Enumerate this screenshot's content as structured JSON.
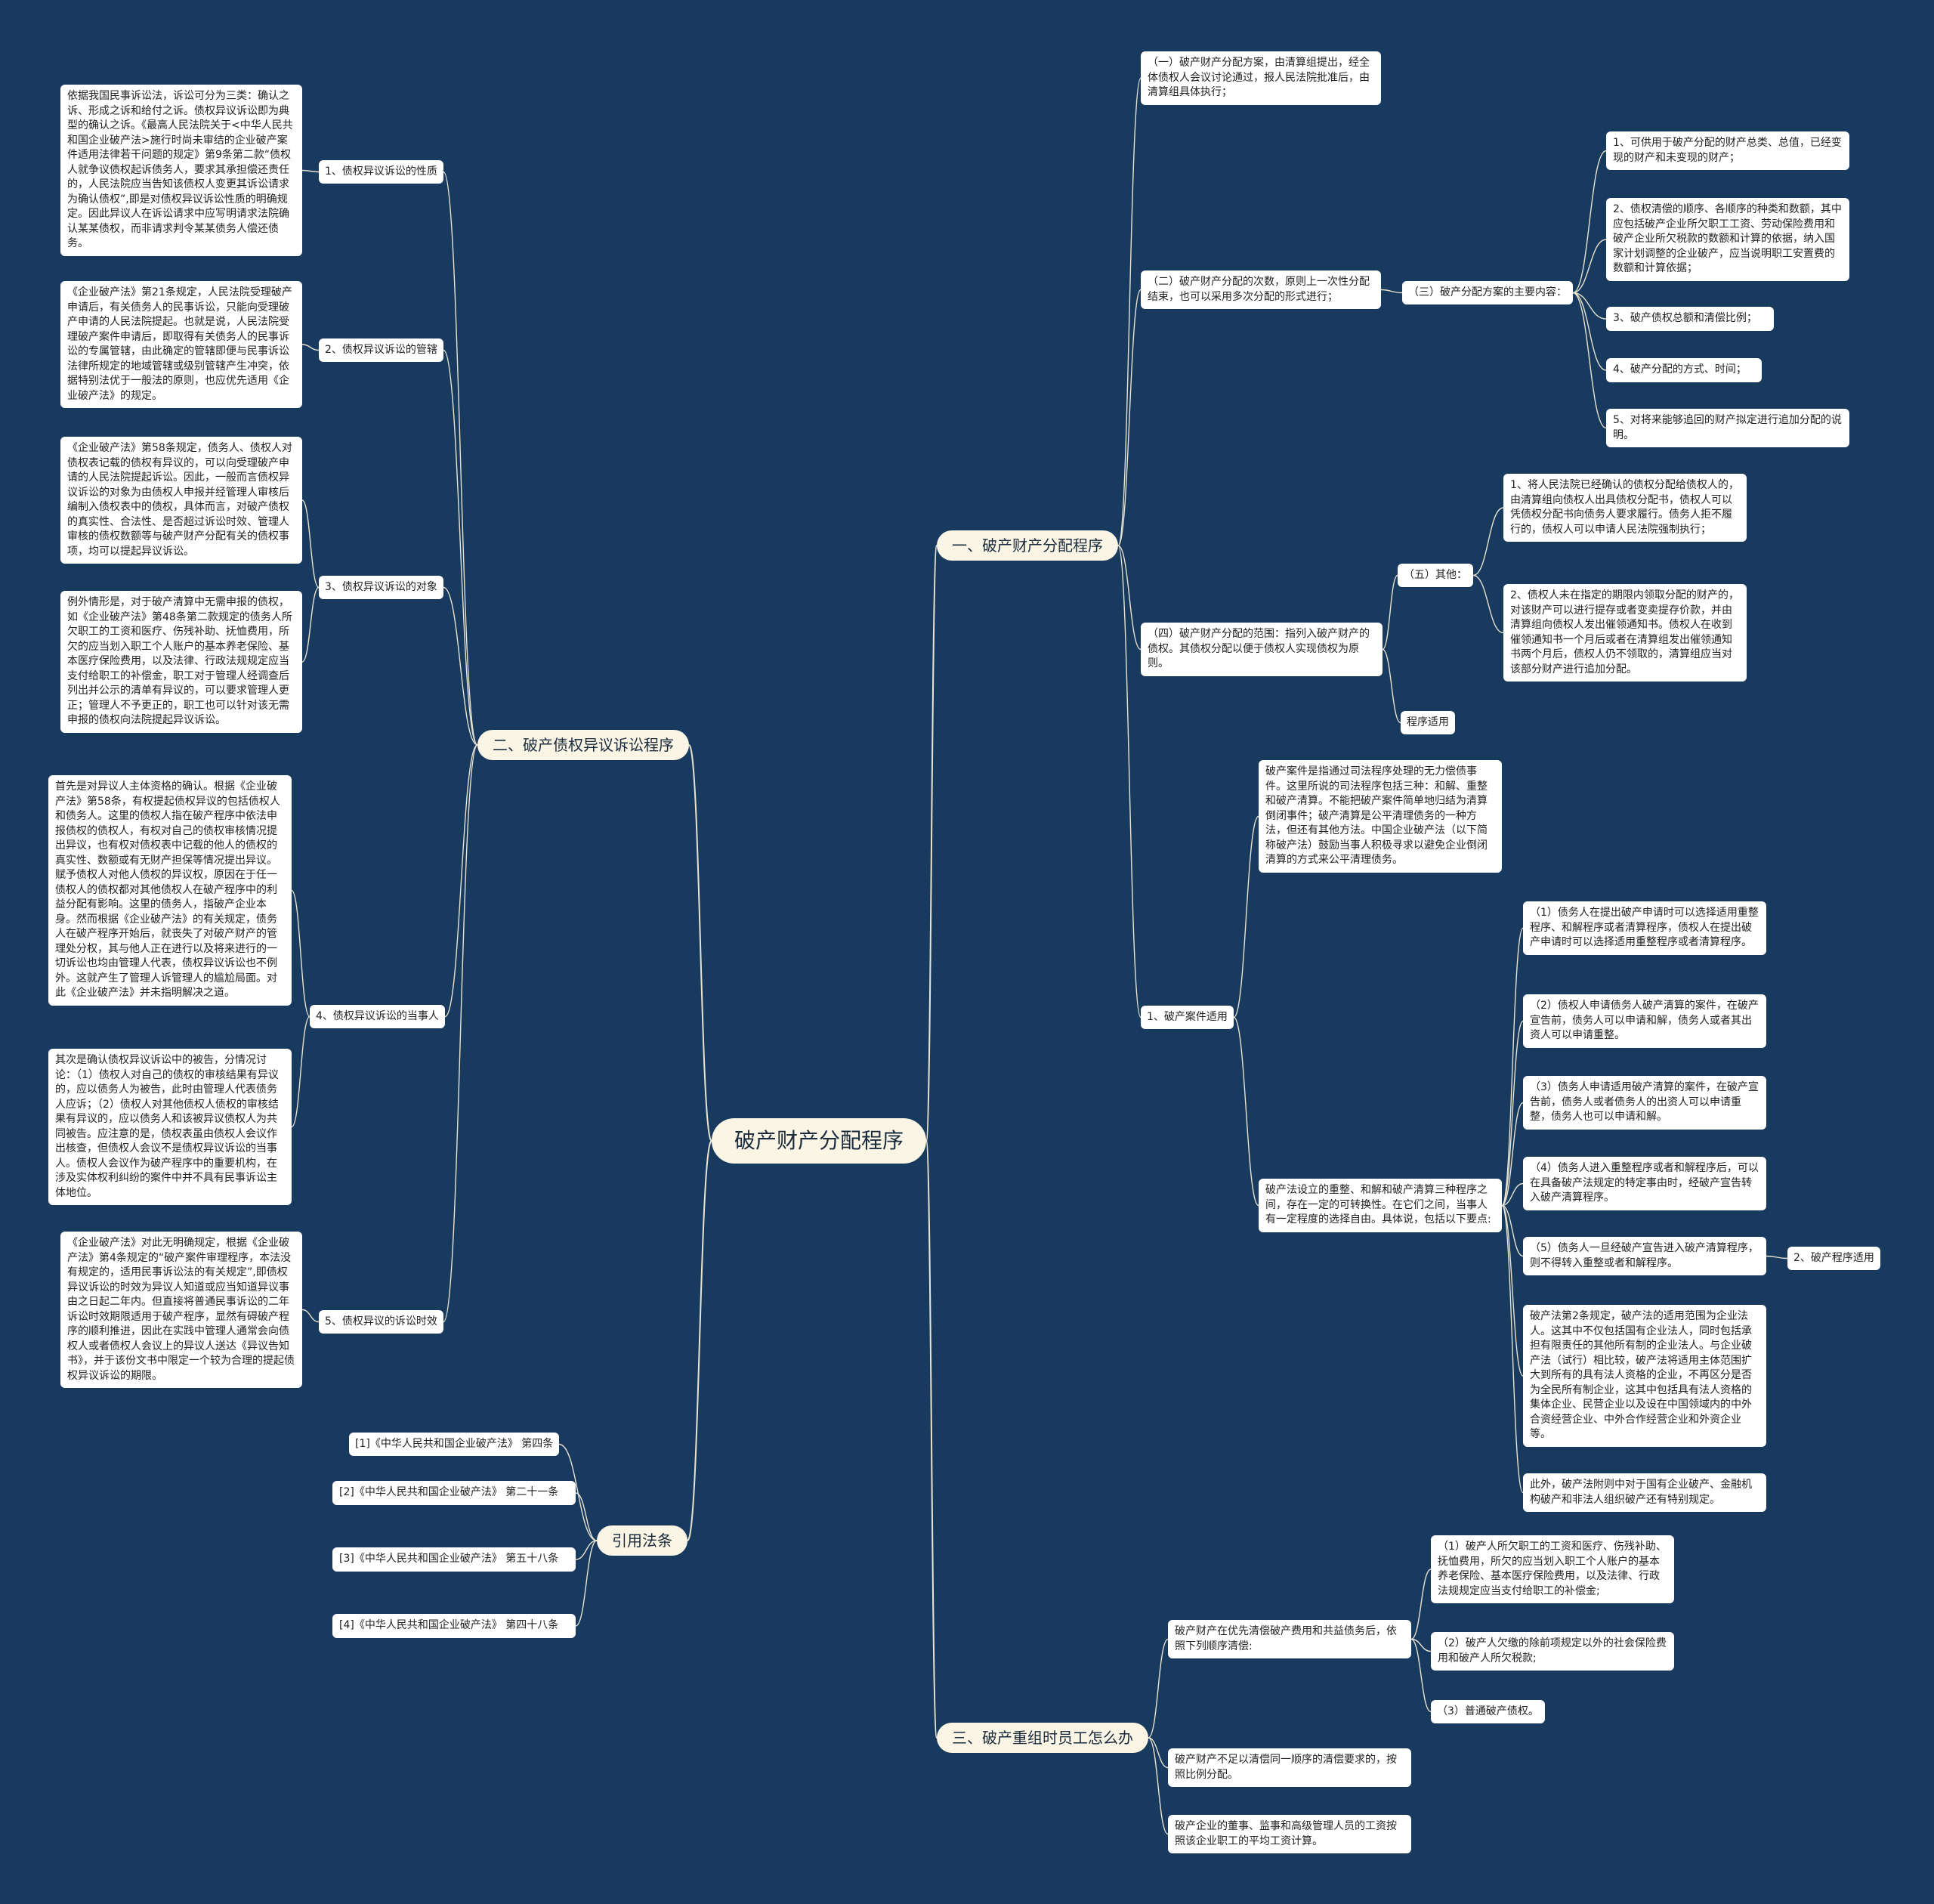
{
  "root": "破产财产分配程序",
  "branches": {
    "b1": "一、破产财产分配程序",
    "b2": "二、破产债权异议诉讼程序",
    "b3": "三、破产重组时员工怎么办",
    "b4": "引用法条"
  },
  "b1": {
    "item1": "（一）破产财产分配方案，由清算组提出，经全体债权人会议讨论通过，报人民法院批准后，由清算组具体执行；",
    "item2": "（二）破产财产分配的次数，原则上一次性分配结束，也可以采用多次分配的形式进行；",
    "item3": "（三）破产分配方案的主要内容：",
    "item3_children": [
      "1、可供用于破产分配的财产总类、总值，已经变现的财产和未变现的财产；",
      "2、债权清偿的顺序、各顺序的种类和数额，其中应包括破产企业所欠职工工资、劳动保险费用和破产企业所欠税款的数额和计算的依据，纳入国家计划调整的企业破产，应当说明职工安置费的数额和计算依据；",
      "3、破产债权总额和清偿比例；",
      "4、破产分配的方式、时间；",
      "5、对将来能够追回的财产拟定进行追加分配的说明。"
    ],
    "item4": "（四）破产财产分配的范围：指列入破产财产的债权。其债权分配以便于债权人实现债权为原则。",
    "item5": "（五）其他：",
    "item5_children": [
      "1、将人民法院已经确认的债权分配给债权人的，由清算组向债权人出具债权分配书，债权人可以凭债权分配书向债务人要求履行。债务人拒不履行的，债权人可以申请人民法院强制执行；",
      "2、债权人未在指定的期限内领取分配的财产的，对该财产可以进行提存或者变卖提存价款，并由清算组向债权人发出催领通知书。债权人在收到催领通知书一个月后或者在清算组发出催领通知书两个月后，债权人仍不领取的，清算组应当对该部分财产进行追加分配。"
    ],
    "program_apply": "程序适用",
    "case_apply": "1、破产案件适用",
    "case_text1": "破产案件是指通过司法程序处理的无力偿债事件。这里所说的司法程序包括三种：和解、重整和破产清算。不能把破产案件简单地归结为清算倒闭事件；破产清算是公平清理债务的一种方法，但还有其他方法。中国企业破产法（以下简称破产法）鼓励当事人积极寻求以避免企业倒闭清算的方式来公平清理债务。",
    "case_text2": "破产法设立的重整、和解和破产清算三种程序之间，存在一定的可转换性。在它们之间，当事人有一定程度的选择自由。具体说，包括以下要点:",
    "case_points": [
      "（1）债务人在提出破产申请时可以选择适用重整程序、和解程序或者清算程序，债权人在提出破产申请时可以选择适用重整程序或者清算程序。",
      "（2）债权人申请债务人破产清算的案件，在破产宣告前，债务人可以申请和解，债务人或者其出资人可以申请重整。",
      "（3）债务人申请适用破产清算的案件，在破产宣告前，债务人或者债务人的出资人可以申请重整，债务人也可以申请和解。",
      "（4）债务人进入重整程序或者和解程序后，可以在具备破产法规定的特定事由时，经破产宣告转入破产清算程序。",
      "（5）债务人一旦经破产宣告进入破产清算程序，则不得转入重整或者和解程序。"
    ],
    "case_text3": "破产法第2条规定，破产法的适用范围为企业法人。这其中不仅包括国有企业法人，同时包括承担有限责任的其他所有制的企业法人。与企业破产法（试行）相比较，破产法将适用主体范围扩大到所有的具有法人资格的企业，不再区分是否为全民所有制企业，这其中包括具有法人资格的集体企业、民营企业以及设在中国领域内的中外合资经营企业、中外合作经营企业和外资企业等。",
    "case_text4": "此外，破产法附则中对于国有企业破产、金融机构破产和非法人组织破产还有特别规定。",
    "program_apply2": "2、破产程序适用"
  },
  "b2": {
    "sub1": "1、债权异议诉讼的性质",
    "sub1_text": "依据我国民事诉讼法，诉讼可分为三类：确认之诉、形成之诉和给付之诉。债权异议诉讼即为典型的确认之诉。《最高人民法院关于<中华人民共和国企业破产法>施行时尚未审结的企业破产案件适用法律若干问题的规定》第9条第二款“债权人就争议债权起诉债务人，要求其承担偿还责任的，人民法院应当告知该债权人变更其诉讼请求为确认债权”,即是对债权异议诉讼性质的明确规定。因此异议人在诉讼请求中应写明请求法院确认某某债权，而非请求判令某某债务人偿还债务。",
    "sub2": "2、债权异议诉讼的管辖",
    "sub2_text": "《企业破产法》第21条规定，人民法院受理破产申请后，有关债务人的民事诉讼，只能向受理破产申请的人民法院提起。也就是说，人民法院受理破产案件申请后，即取得有关债务人的民事诉讼的专属管辖，由此确定的管辖即便与民事诉讼法律所规定的地域管辖或级别管辖产生冲突，依据特别法优于一般法的原则，也应优先适用《企业破产法》的规定。",
    "sub3": "3、债权异议诉讼的对象",
    "sub3_text1": "《企业破产法》第58条规定，债务人、债权人对债权表记载的债权有异议的，可以向受理破产申请的人民法院提起诉讼。因此，一般而言债权异议诉讼的对象为由债权人申报并经管理人审核后编制入债权表中的债权，具体而言，对破产债权的真实性、合法性、是否超过诉讼时效、管理人审核的债权数额等与破产财产分配有关的债权事项，均可以提起异议诉讼。",
    "sub3_text2": "例外情形是，对于破产清算中无需申报的债权，如《企业破产法》第48条第二款规定的债务人所欠职工的工资和医疗、伤残补助、抚恤费用，所欠的应当划入职工个人账户的基本养老保险、基本医疗保险费用，以及法律、行政法规规定应当支付给职工的补偿金，职工对于管理人经调查后列出并公示的清单有异议的，可以要求管理人更正；管理人不予更正的，职工也可以针对该无需申报的债权向法院提起异议诉讼。",
    "sub4": "4、债权异议诉讼的当事人",
    "sub4_text1": "首先是对异议人主体资格的确认。根据《企业破产法》第58条，有权提起债权异议的包括债权人和债务人。这里的债权人指在破产程序中依法申报债权的债权人，有权对自己的债权审核情况提出异议，也有权对债权表中记载的他人的债权的真实性、数额或有无财产担保等情况提出异议。赋予债权人对他人债权的异议权，原因在于任一债权人的债权都对其他债权人在破产程序中的利益分配有影响。这里的债务人，指破产企业本身。然而根据《企业破产法》的有关规定，债务人在破产程序开始后，就丧失了对破产财产的管理处分权，其与他人正在进行以及将来进行的一切诉讼也均由管理人代表，债权异议诉讼也不例外。这就产生了管理人诉管理人的尴尬局面。对此《企业破产法》并未指明解决之道。",
    "sub4_text2": "其次是确认债权异议诉讼中的被告，分情况讨论：（1）债权人对自己的债权的审核结果有异议的，应以债务人为被告，此时由管理人代表债务人应诉；（2）债权人对其他债权人债权的审核结果有异议的，应以债务人和该被异议债权人为共同被告。应注意的是，债权表虽由债权人会议作出核查，但债权人会议不是债权异议诉讼的当事人。债权人会议作为破产程序中的重要机构，在涉及实体权利纠纷的案件中并不具有民事诉讼主体地位。",
    "sub5": "5、债权异议的诉讼时效",
    "sub5_text": "《企业破产法》对此无明确规定，根据《企业破产法》第4条规定的“破产案件审理程序，本法没有规定的，适用民事诉讼法的有关规定”,即债权异议诉讼的时效为异议人知道或应当知道异议事由之日起二年内。但直接将普通民事诉讼的二年诉讼时效期限适用于破产程序，显然有碍破产程序的顺利推进，因此在实践中管理人通常会向债权人或者债权人会议上的异议人送达《异议告知书》，并于该份文书中限定一个较为合理的提起债权异议诉讼的期限。"
  },
  "b3": {
    "t1": "破产财产在优先清偿破产费用和共益债务后，依照下列顺序清偿:",
    "t1_children": [
      "（1）破产人所欠职工的工资和医疗、伤残补助、抚恤费用，所欠的应当划入职工个人账户的基本养老保险、基本医疗保险费用，以及法律、行政法规规定应当支付给职工的补偿金;",
      "（2）破产人欠缴的除前项规定以外的社会保险费用和破产人所欠税款;",
      "（3）普通破产债权。"
    ],
    "t2": "破产财产不足以清偿同一顺序的清偿要求的，按照比例分配。",
    "t3": "破产企业的董事、监事和高级管理人员的工资按照该企业职工的平均工资计算。"
  },
  "b4": {
    "laws": [
      "[1]《中华人民共和国企业破产法》 第四条",
      "[2]《中华人民共和国企业破产法》 第二十一条",
      "[3]《中华人民共和国企业破产法》 第五十八条",
      "[4]《中华人民共和国企业破产法》 第四十八条"
    ]
  }
}
